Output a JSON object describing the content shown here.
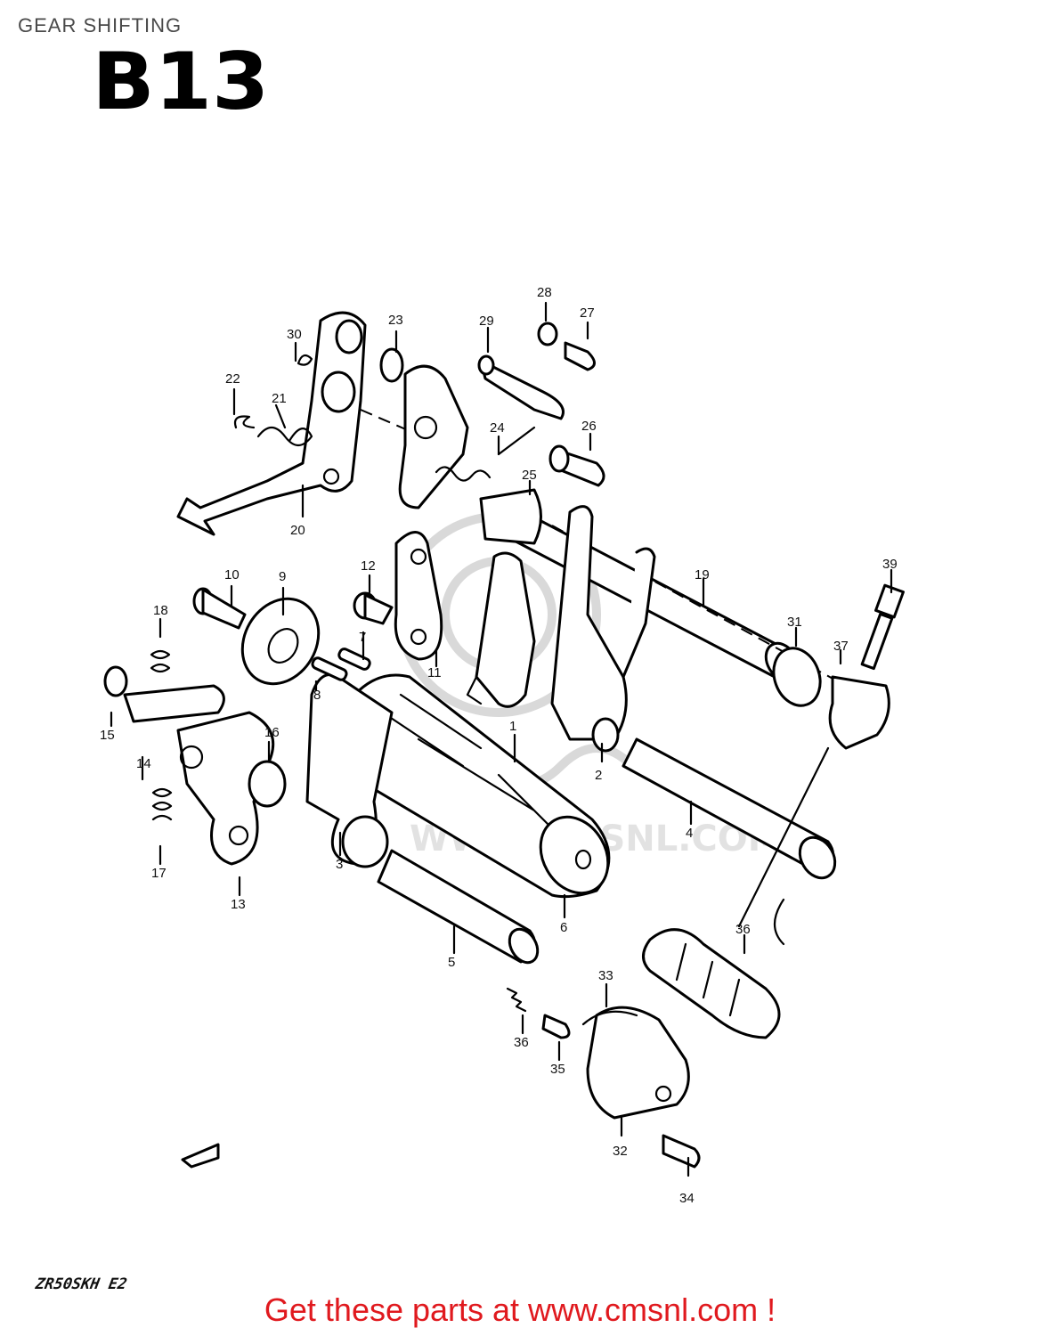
{
  "header": {
    "title": "GEAR SHIFTING",
    "section_code": "B13"
  },
  "watermark": {
    "brand": "cms",
    "url": "WWW.CMSNL.COM"
  },
  "callouts": [
    "1",
    "2",
    "3",
    "4",
    "5",
    "6",
    "7",
    "8",
    "9",
    "10",
    "11",
    "12",
    "13",
    "14",
    "15",
    "16",
    "17",
    "18",
    "19",
    "20",
    "21",
    "22",
    "23",
    "24",
    "25",
    "26",
    "27",
    "28",
    "29",
    "30",
    "31",
    "32",
    "33",
    "34",
    "35",
    "36",
    "36",
    "37",
    "39"
  ],
  "model_code": "ZR50SKH E2",
  "footer": {
    "link_text": "Get these parts at www.cmsnl.com !"
  },
  "colors": {
    "footer_text": "#e0191e",
    "header_text": "#4a4a4a",
    "line_art": "#000000",
    "watermark": "#d9d9d9"
  }
}
